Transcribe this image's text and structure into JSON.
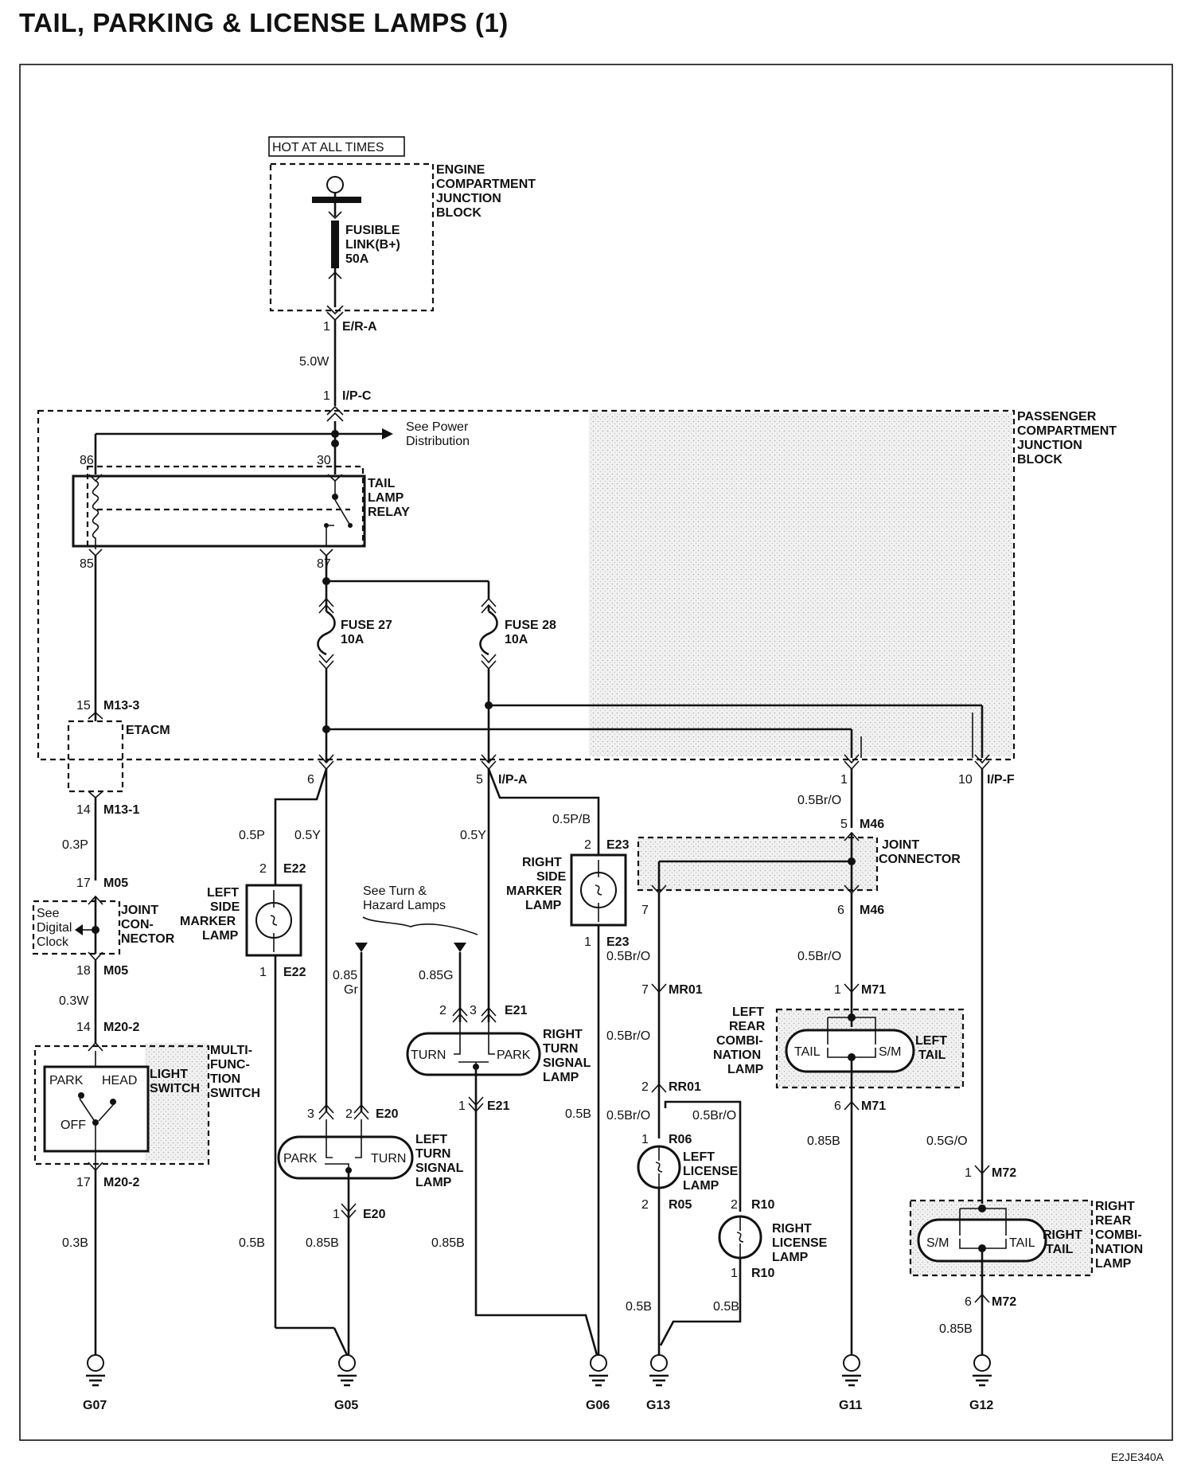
{
  "title": "TAIL, PARKING & LICENSE LAMPS (1)",
  "doc_code": "E2JE340A",
  "labels": {
    "hot": "HOT AT ALL TIMES",
    "ecjb": [
      "ENGINE",
      "COMPARTMENT",
      "JUNCTION",
      "BLOCK"
    ],
    "fusible": [
      "FUSIBLE",
      "LINK(B+)",
      "50A"
    ],
    "pcjb": [
      "PASSENGER",
      "COMPARTMENT",
      "JUNCTION",
      "BLOCK"
    ],
    "power_ref": [
      "See Power",
      "Distribution"
    ],
    "relay": [
      "TAIL",
      "LAMP",
      "RELAY"
    ],
    "fuse27": [
      "FUSE 27",
      "10A"
    ],
    "fuse28": [
      "FUSE 28",
      "10A"
    ],
    "etacm": "ETACM",
    "joint_left": [
      "JOINT",
      "CON-",
      "NECTOR"
    ],
    "digital_clock": [
      "See",
      "Digital",
      "Clock"
    ],
    "light_switch": [
      "LIGHT",
      "SWITCH"
    ],
    "park": "PARK",
    "head": "HEAD",
    "off": "OFF",
    "mfs": [
      "MULTI-",
      "FUNC-",
      "TION",
      "SWITCH"
    ],
    "left_marker": [
      "LEFT",
      "SIDE",
      "MARKER",
      "LAMP"
    ],
    "turn_hazard": [
      "See Turn &",
      "Hazard Lamps"
    ],
    "left_turn": [
      "LEFT",
      "TURN",
      "SIGNAL",
      "LAMP"
    ],
    "right_turn": [
      "RIGHT",
      "TURN",
      "SIGNAL",
      "LAMP"
    ],
    "turn": "TURN",
    "right_marker": [
      "RIGHT",
      "SIDE",
      "MARKER",
      "LAMP"
    ],
    "joint_right": [
      "JOINT",
      "CONNECTOR"
    ],
    "left_license": [
      "LEFT",
      "LICENSE",
      "LAMP"
    ],
    "right_license": [
      "RIGHT",
      "LICENSE",
      "LAMP"
    ],
    "left_rear": [
      "LEFT",
      "REAR",
      "COMBI-",
      "NATION",
      "LAMP"
    ],
    "left_tail": [
      "LEFT",
      "TAIL"
    ],
    "tail": "TAIL",
    "sm": "S/M",
    "right_rear": [
      "RIGHT",
      "REAR",
      "COMBI-",
      "NATION",
      "LAMP"
    ],
    "right_tail": [
      "RIGHT",
      "TAIL"
    ]
  },
  "connectors": {
    "er_a": "E/R-A",
    "ip_c": "I/P-C",
    "ip_a": "I/P-A",
    "ip_f": "I/P-F",
    "m13_3": "M13-3",
    "m13_1": "M13-1",
    "m05": "M05",
    "m20_2": "M20-2",
    "e22": "E22",
    "e20": "E20",
    "e21": "E21",
    "e23": "E23",
    "m46": "M46",
    "mr01": "MR01",
    "rr01": "RR01",
    "r06": "R06",
    "r05": "R05",
    "r10": "R10",
    "m71": "M71",
    "m72": "M72"
  },
  "pins": {
    "p1": "1",
    "p2": "2",
    "p3": "3",
    "p5": "5",
    "p6": "6",
    "p7": "7",
    "p10": "10",
    "p14": "14",
    "p15": "15",
    "p17": "17",
    "p18": "18",
    "p30": "30",
    "p85": "85",
    "p86": "86",
    "p87": "87"
  },
  "wires": {
    "w50w": "5.0W",
    "w03p": "0.3P",
    "w03w": "0.3W",
    "w03b": "0.3B",
    "w05p": "0.5P",
    "w05y": "0.5Y",
    "w05b": "0.5B",
    "w085b": "0.85B",
    "w085g": "0.85G",
    "w085": "0.85",
    "gr": "Gr",
    "w05pb": "0.5P/B",
    "w05bro": "0.5Br/O",
    "w05go": "0.5G/O"
  },
  "grounds": [
    "G07",
    "G05",
    "G06",
    "G13",
    "G11",
    "G12"
  ]
}
